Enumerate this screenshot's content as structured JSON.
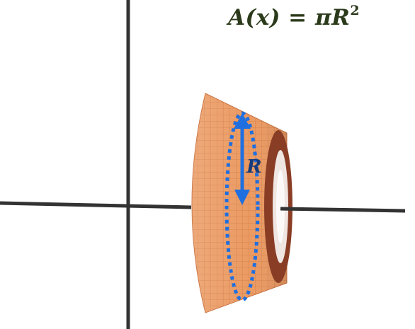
{
  "formula": {
    "lhs": "A(x)",
    "equals": "=",
    "rhs_base": "πR",
    "rhs_exponent": "2"
  },
  "radius_label": "R",
  "colors": {
    "axis": "#333333",
    "solid_face": "#e8955c",
    "solid_rim": "#8a3d25",
    "inner_disk": "#efe6e2",
    "radius_marker": "#1f6fe0",
    "formula_text": "#2b3a1a"
  },
  "icons": [
    "up-down-arrow-icon"
  ]
}
